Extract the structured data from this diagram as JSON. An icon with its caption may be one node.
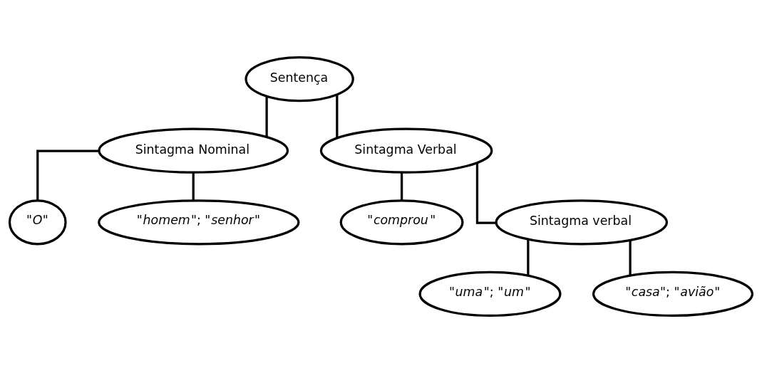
{
  "diagram": {
    "nodes": [
      {
        "text": [
          "Sentença"
        ]
      },
      {
        "text": [
          "Sintagma Nominal"
        ]
      },
      {
        "text": [
          "Sintagma Verbal"
        ]
      },
      {
        "text": [
          "\"*O*\""
        ]
      },
      {
        "text": [
          "\"*homem*\"; \"*senhor*\""
        ]
      },
      {
        "text": [
          "\"*comprou*\""
        ]
      },
      {
        "text": [
          "Sintagma verbal"
        ]
      },
      {
        "text": [
          "\"*uma*\"; \"*um*\""
        ]
      },
      {
        "text": [
          "\"*casa*\"; \"*avião*\""
        ]
      }
    ],
    "edges": [
      {
        "from": 0,
        "to": 1,
        "arrow": "none"
      },
      {
        "from": 0,
        "to": 2,
        "arrow": "none"
      },
      {
        "from": 1,
        "to": 3,
        "arrow": "none"
      },
      {
        "from": 1,
        "to": 4,
        "arrow": "none"
      },
      {
        "from": 2,
        "to": 5,
        "arrow": "none"
      },
      {
        "from": 2,
        "to": 6,
        "arrow": "none"
      },
      {
        "from": 6,
        "to": 7,
        "arrow": "none"
      },
      {
        "from": 6,
        "to": 8,
        "arrow": "none"
      }
    ]
  }
}
